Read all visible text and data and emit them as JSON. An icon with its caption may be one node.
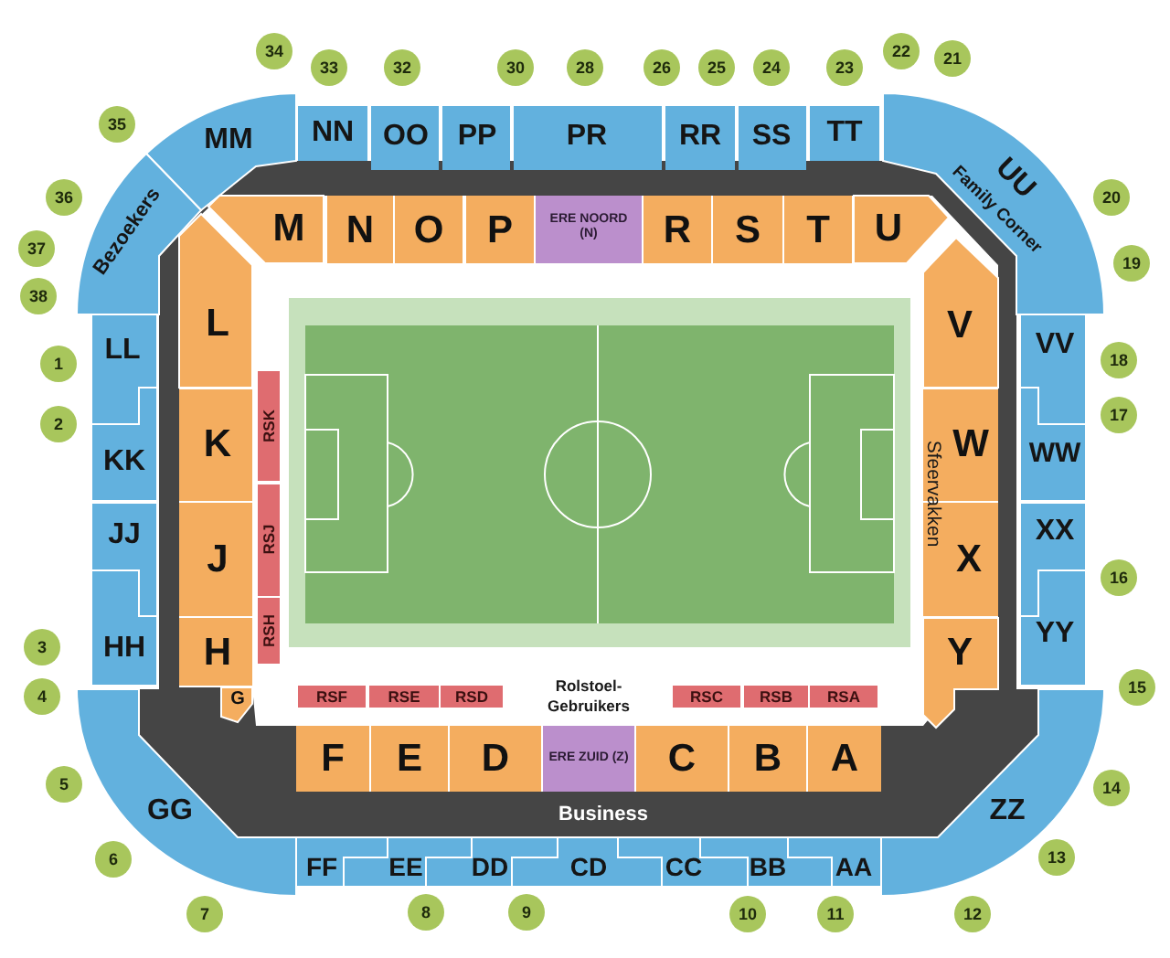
{
  "diagram": {
    "nodes": [
      {
        "text": [
          "34"
        ]
      },
      {
        "text": [
          "33"
        ]
      },
      {
        "text": [
          "32"
        ]
      },
      {
        "text": [
          "30"
        ]
      },
      {
        "text": [
          "28"
        ]
      },
      {
        "text": [
          "26"
        ]
      },
      {
        "text": [
          "25"
        ]
      },
      {
        "text": [
          "24"
        ]
      },
      {
        "text": [
          "23"
        ]
      },
      {
        "text": [
          "22"
        ]
      },
      {
        "text": [
          "21"
        ]
      },
      {
        "text": [
          "35"
        ]
      },
      {
        "text": [
          "MM"
        ]
      },
      {
        "text": [
          "NN"
        ]
      },
      {
        "text": [
          "OO"
        ]
      },
      {
        "text": [
          "PP"
        ]
      },
      {
        "text": [
          "PR"
        ]
      },
      {
        "text": [
          "RR"
        ]
      },
      {
        "text": [
          "SS"
        ]
      },
      {
        "text": [
          "TT"
        ]
      },
      {
        "text": [
          "UU",
          "Family Corner"
        ]
      },
      {
        "text": [
          "20"
        ]
      },
      {
        "text": [
          "36"
        ]
      },
      {
        "text": [
          "Bezoekers"
        ]
      },
      {
        "text": [
          "M"
        ]
      },
      {
        "text": [
          "N"
        ]
      },
      {
        "text": [
          "O"
        ]
      },
      {
        "text": [
          "P"
        ]
      },
      {
        "text": [
          "ERE NOORD (N)"
        ]
      },
      {
        "text": [
          "R"
        ]
      },
      {
        "text": [
          "S"
        ]
      },
      {
        "text": [
          "T"
        ]
      },
      {
        "text": [
          "U"
        ]
      },
      {
        "text": [
          "37"
        ]
      },
      {
        "text": [
          "19"
        ]
      },
      {
        "text": [
          "38"
        ]
      },
      {
        "text": [
          "L"
        ]
      },
      {
        "text": [
          "V"
        ]
      },
      {
        "text": [
          "LL"
        ]
      },
      {
        "text": [
          "1"
        ]
      },
      {
        "text": [
          "VV"
        ]
      },
      {
        "text": [
          "18"
        ]
      },
      {
        "text": [
          "2"
        ]
      },
      {
        "text": [
          "KK"
        ]
      },
      {
        "text": [
          "K"
        ]
      },
      {
        "text": [
          "RSK"
        ]
      },
      {
        "text": [
          "W"
        ]
      },
      {
        "text": [
          "WW"
        ]
      },
      {
        "text": [
          "17"
        ]
      },
      {
        "text": [
          "JJ"
        ]
      },
      {
        "text": [
          "J"
        ]
      },
      {
        "text": [
          "RSJ"
        ]
      },
      {
        "text": [
          "X"
        ]
      },
      {
        "text": [
          "XX"
        ]
      },
      {
        "text": [
          "16"
        ]
      },
      {
        "text": [
          "3"
        ]
      },
      {
        "text": [
          "HH"
        ]
      },
      {
        "text": [
          "RSH"
        ]
      },
      {
        "text": [
          "H"
        ]
      },
      {
        "text": [
          "Y"
        ]
      },
      {
        "text": [
          "YY"
        ]
      },
      {
        "text": [
          "4"
        ]
      },
      {
        "text": [
          "G"
        ]
      },
      {
        "text": [
          "15"
        ]
      },
      {
        "text": [
          "RSF"
        ]
      },
      {
        "text": [
          "RSE"
        ]
      },
      {
        "text": [
          "RSD"
        ]
      },
      {
        "text": [
          "RSC"
        ]
      },
      {
        "text": [
          "RSB"
        ]
      },
      {
        "text": [
          "RSA"
        ]
      },
      {
        "text": [
          "F"
        ]
      },
      {
        "text": [
          "E"
        ]
      },
      {
        "text": [
          "D"
        ]
      },
      {
        "text": [
          "ERE ZUID (Z)"
        ]
      },
      {
        "text": [
          "C"
        ]
      },
      {
        "text": [
          "B"
        ]
      },
      {
        "text": [
          "A"
        ]
      },
      {
        "text": [
          "5"
        ]
      },
      {
        "text": [
          "GG"
        ]
      },
      {
        "text": [
          "ZZ"
        ]
      },
      {
        "text": [
          "14"
        ]
      },
      {
        "text": [
          "6"
        ]
      },
      {
        "text": [
          "FF"
        ]
      },
      {
        "text": [
          "EE"
        ]
      },
      {
        "text": [
          "DD"
        ]
      },
      {
        "text": [
          "CD"
        ]
      },
      {
        "text": [
          "CC"
        ]
      },
      {
        "text": [
          "BB"
        ]
      },
      {
        "text": [
          "AA"
        ]
      },
      {
        "text": [
          "13"
        ]
      },
      {
        "text": [
          "7"
        ]
      },
      {
        "text": [
          "8"
        ]
      },
      {
        "text": [
          "9"
        ]
      },
      {
        "text": [
          "10"
        ]
      },
      {
        "text": [
          "11"
        ]
      },
      {
        "text": [
          "12"
        ]
      }
    ],
    "labels": [
      "Sfeervakken",
      "Rolstoel-Gebruikers",
      "Business"
    ]
  }
}
